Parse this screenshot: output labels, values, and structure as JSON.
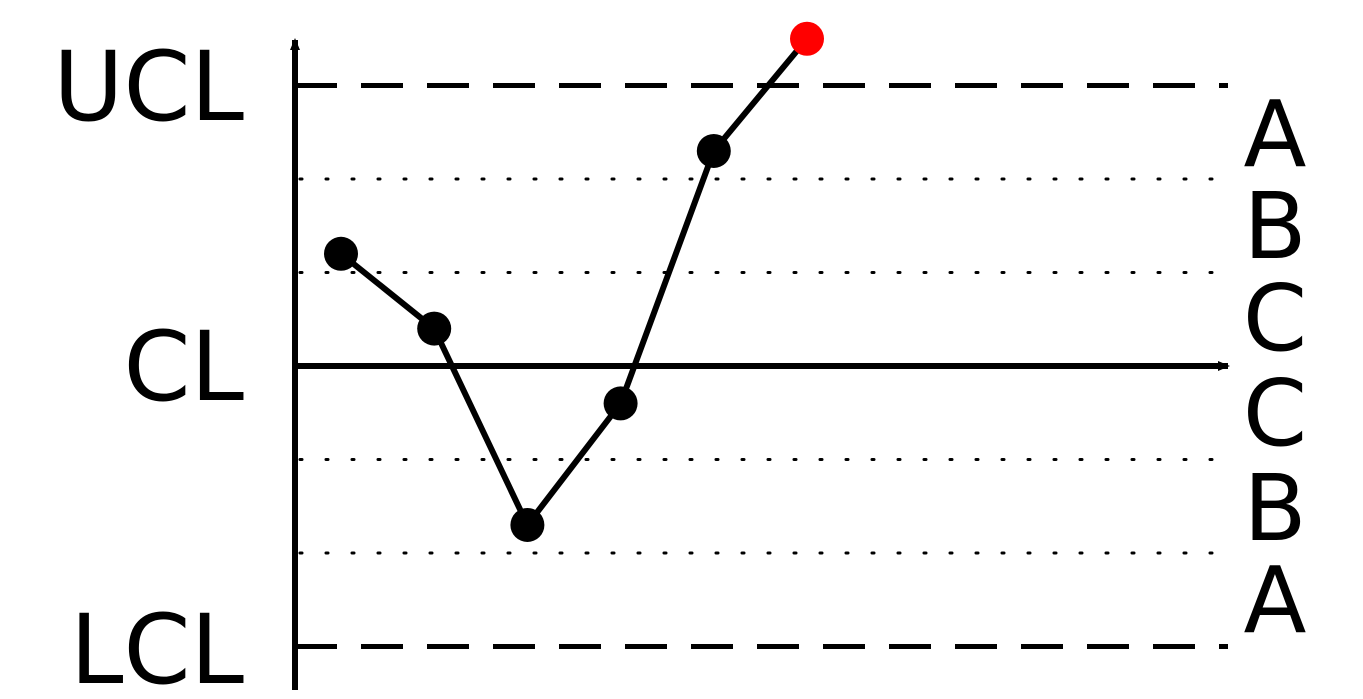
{
  "chart_data": {
    "type": "line",
    "title": "",
    "xlabel": "",
    "ylabel": "",
    "ylim": [
      -3.25,
      3.35
    ],
    "control_lines": [
      {
        "name": "UCL",
        "value": 3,
        "style": "dashed"
      },
      {
        "name": "CL",
        "value": 0,
        "style": "solid"
      },
      {
        "name": "LCL",
        "value": -3,
        "style": "dashed"
      }
    ],
    "sigma_lines": [
      2,
      1,
      -1,
      -2
    ],
    "zones": [
      "A",
      "B",
      "C",
      "C",
      "B",
      "A"
    ],
    "x": [
      1,
      2,
      3,
      4,
      5,
      6
    ],
    "values": [
      1.2,
      0.4,
      -1.7,
      -0.4,
      2.3,
      3.5
    ],
    "point_colors": [
      "#000000",
      "#000000",
      "#000000",
      "#000000",
      "#000000",
      "#ff0000"
    ],
    "xlim": [
      0.5,
      10.5
    ],
    "grid": false,
    "legend": "none"
  },
  "colors": {
    "axis": "#000000",
    "line": "#000000",
    "point": "#000000",
    "out_of_control": "#ff0000"
  }
}
